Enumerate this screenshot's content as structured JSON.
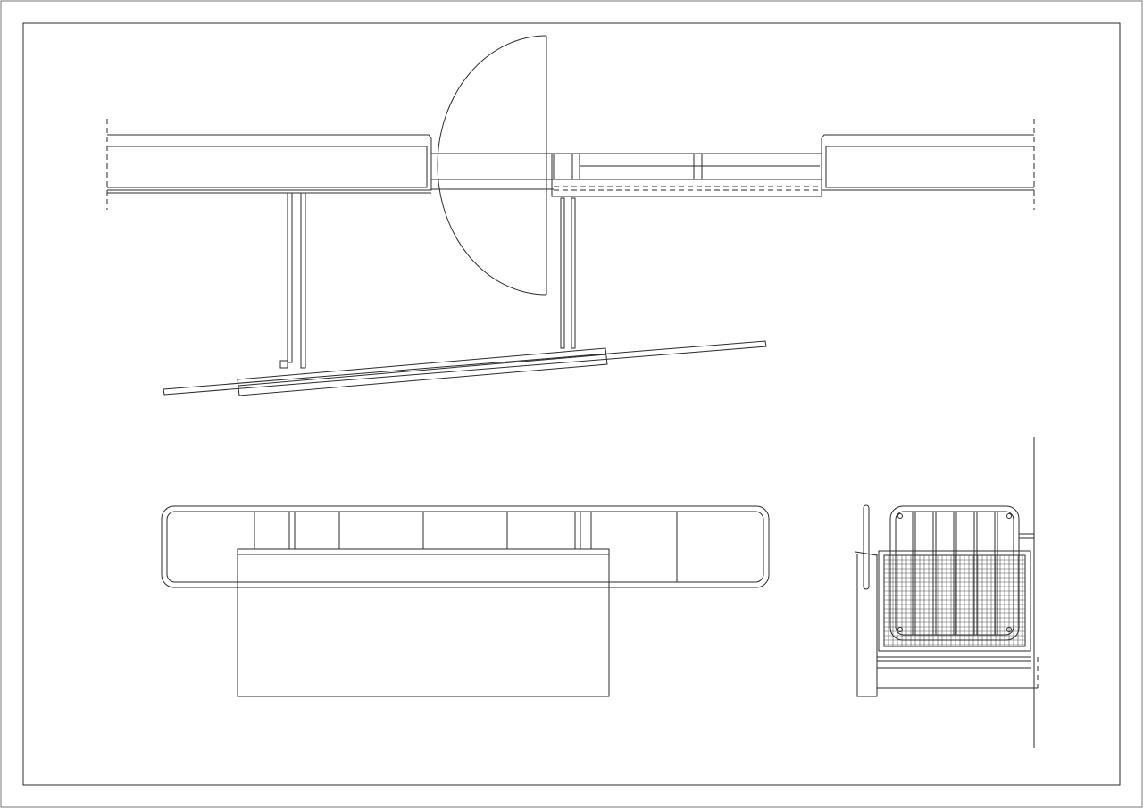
{
  "drawing": {
    "stroke_color": "#2b2b2b",
    "background": "#ffffff",
    "views": [
      "plan-view",
      "front-elevation",
      "side-elevation"
    ]
  }
}
